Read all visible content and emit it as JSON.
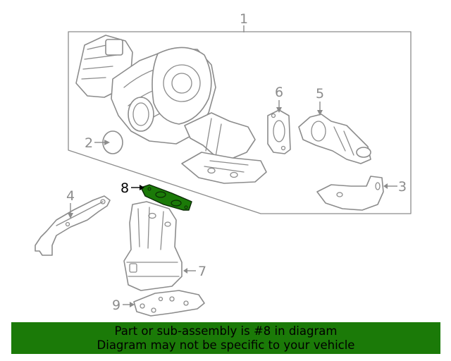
{
  "diagram": {
    "callouts": [
      {
        "id": "1",
        "label": "1"
      },
      {
        "id": "2",
        "label": "2"
      },
      {
        "id": "3",
        "label": "3"
      },
      {
        "id": "4",
        "label": "4"
      },
      {
        "id": "5",
        "label": "5"
      },
      {
        "id": "6",
        "label": "6"
      },
      {
        "id": "7",
        "label": "7"
      },
      {
        "id": "8",
        "label": "8"
      },
      {
        "id": "9",
        "label": "9"
      }
    ],
    "highlighted_part": "8",
    "colors": {
      "line_art": "#8c8c8c",
      "highlight_fill": "#1b7a08",
      "highlight_callout": "#000000",
      "banner_bg": "#1b7a08"
    }
  },
  "banner": {
    "line1": "Part or sub-assembly is #8 in diagram",
    "line2": "Diagram may not be specific to your vehicle"
  }
}
